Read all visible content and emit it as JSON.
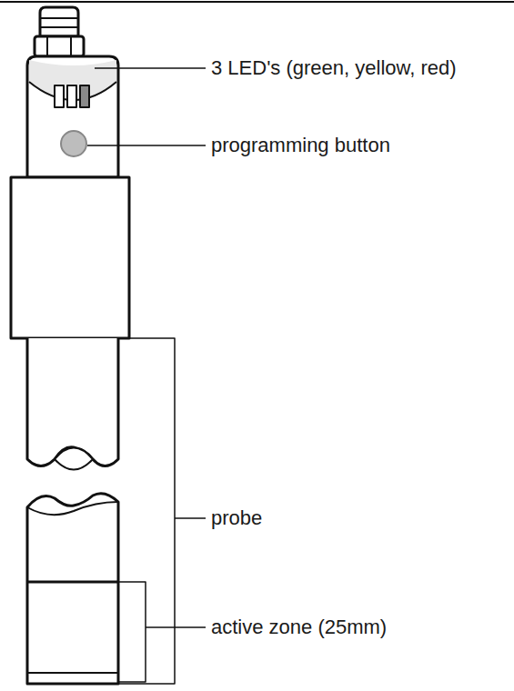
{
  "diagram": {
    "labels": [
      "3 LED's (green, yellow, red)",
      "programming button",
      "probe",
      "active zone (25mm)"
    ]
  }
}
